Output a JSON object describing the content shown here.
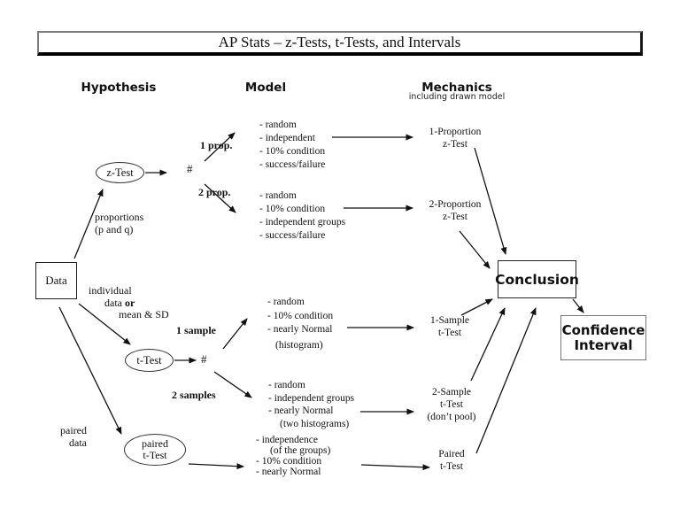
{
  "title": "AP Stats – z-Tests, t-Tests, and Intervals",
  "columns": {
    "hypothesis": "Hypothesis",
    "model": "Model",
    "mechanics": "Mechanics",
    "mechanics_note": "including drawn model"
  },
  "nodes": {
    "data": "Data",
    "z_test": "z-Test",
    "t_test": "t-Test",
    "paired_t_test": [
      "paired",
      "t-Test"
    ],
    "conclusion": "Conclusion",
    "confidence_interval": [
      "Confidence",
      "Interval"
    ]
  },
  "branch_labels": {
    "proportions": [
      "proportions",
      "(p and q)"
    ],
    "individual_line1": "individual",
    "individual_line2_text": "data",
    "individual_line2_bold": "or",
    "individual_line3": "mean & SD",
    "paired": [
      "paired",
      "data"
    ],
    "one_prop": "1 prop.",
    "two_prop": "2 prop.",
    "one_sample": "1 sample",
    "two_samples": "2 samples",
    "hash": "#"
  },
  "condition_lists": {
    "one_prop": [
      "- random",
      "- independent",
      "- 10% condition",
      "- success/failure"
    ],
    "two_prop": [
      "- random",
      "- 10% condition",
      "- independent groups",
      "- success/failure"
    ],
    "one_sample": [
      "- random",
      "- 10% condition",
      "- nearly Normal",
      "(histogram)"
    ],
    "two_samples": [
      "- random",
      "- independent groups",
      "- nearly Normal",
      "(two histograms)"
    ],
    "paired": [
      "- independence",
      "(of the groups)",
      "- 10% condition",
      "- nearly Normal"
    ]
  },
  "mechanics_labels": {
    "one_prop": [
      "1-Proportion",
      "z-Test"
    ],
    "two_prop": [
      "2-Proportion",
      "z-Test"
    ],
    "one_sample": [
      "1-Sample",
      "t-Test"
    ],
    "two_samples": [
      "2-Sample",
      "t-Test",
      "(don’t pool)"
    ],
    "paired": [
      "Paired",
      "t-Test"
    ]
  }
}
